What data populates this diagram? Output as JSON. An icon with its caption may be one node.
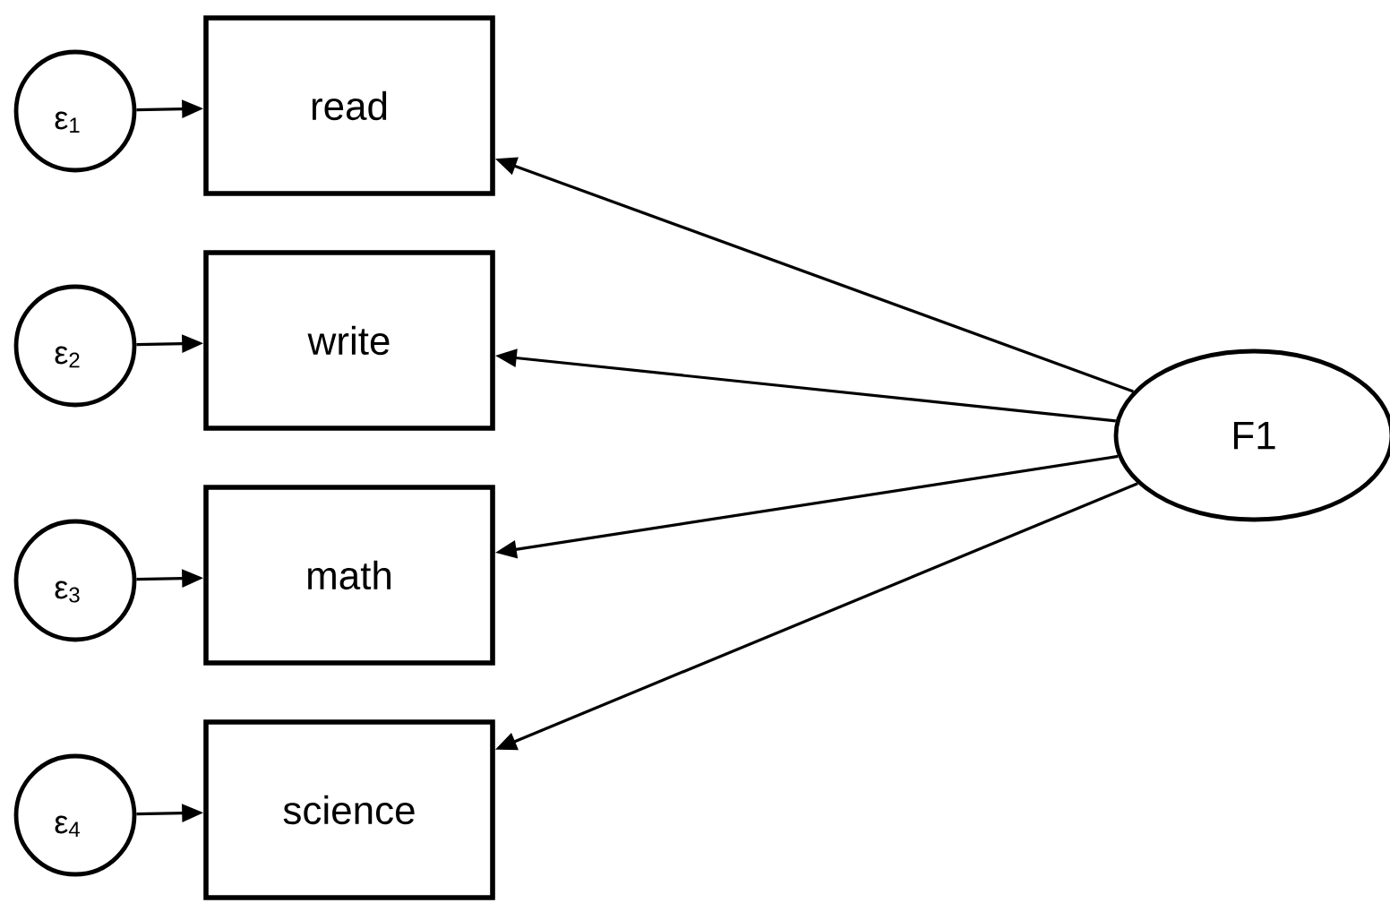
{
  "diagram": {
    "nodes": [
      {
        "text": [
          "ε$_{1}$"
        ]
      },
      {
        "text": [
          "read"
        ]
      },
      {
        "text": [
          "ε$_{2}$"
        ]
      },
      {
        "text": [
          "write"
        ]
      },
      {
        "text": [
          "ε$_{3}$"
        ]
      },
      {
        "text": [
          "math"
        ]
      },
      {
        "text": [
          "ε$_{4}$"
        ]
      },
      {
        "text": [
          "science"
        ]
      },
      {
        "text": [
          "F1"
        ]
      }
    ],
    "edges": [
      {
        "from": 0,
        "to": 1,
        "arrow": "to"
      },
      {
        "from": 2,
        "to": 3,
        "arrow": "to"
      },
      {
        "from": 4,
        "to": 5,
        "arrow": "to"
      },
      {
        "from": 6,
        "to": 7,
        "arrow": "to"
      },
      {
        "from": 8,
        "to": 1,
        "arrow": "to"
      },
      {
        "from": 8,
        "to": 3,
        "arrow": "to"
      },
      {
        "from": 8,
        "to": 5,
        "arrow": "to"
      },
      {
        "from": 8,
        "to": 7,
        "arrow": "to"
      }
    ]
  }
}
